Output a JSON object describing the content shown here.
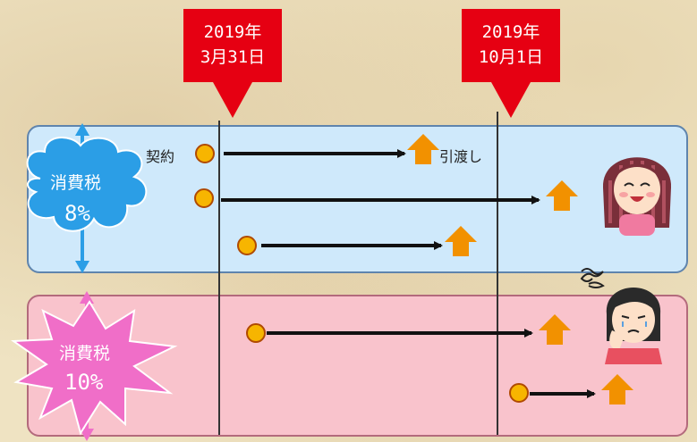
{
  "dates": [
    {
      "line1": "2019年",
      "line2": "3月31日"
    },
    {
      "line1": "2019年",
      "line2": "10月1日"
    }
  ],
  "labels": {
    "contract": "契約",
    "delivery": "引渡し"
  },
  "tax_8": {
    "title": "消費税",
    "rate": "8%"
  },
  "tax_10": {
    "title": "消費税",
    "rate": "10%"
  },
  "colors": {
    "flag": "#e60012",
    "panel_blue": "#cfe9fb",
    "panel_pink": "#f9c3cc",
    "dot": "#f7b500",
    "house_arrow": "#f29100",
    "cloud": "#2b9ee6",
    "burst": "#f06ec8"
  }
}
